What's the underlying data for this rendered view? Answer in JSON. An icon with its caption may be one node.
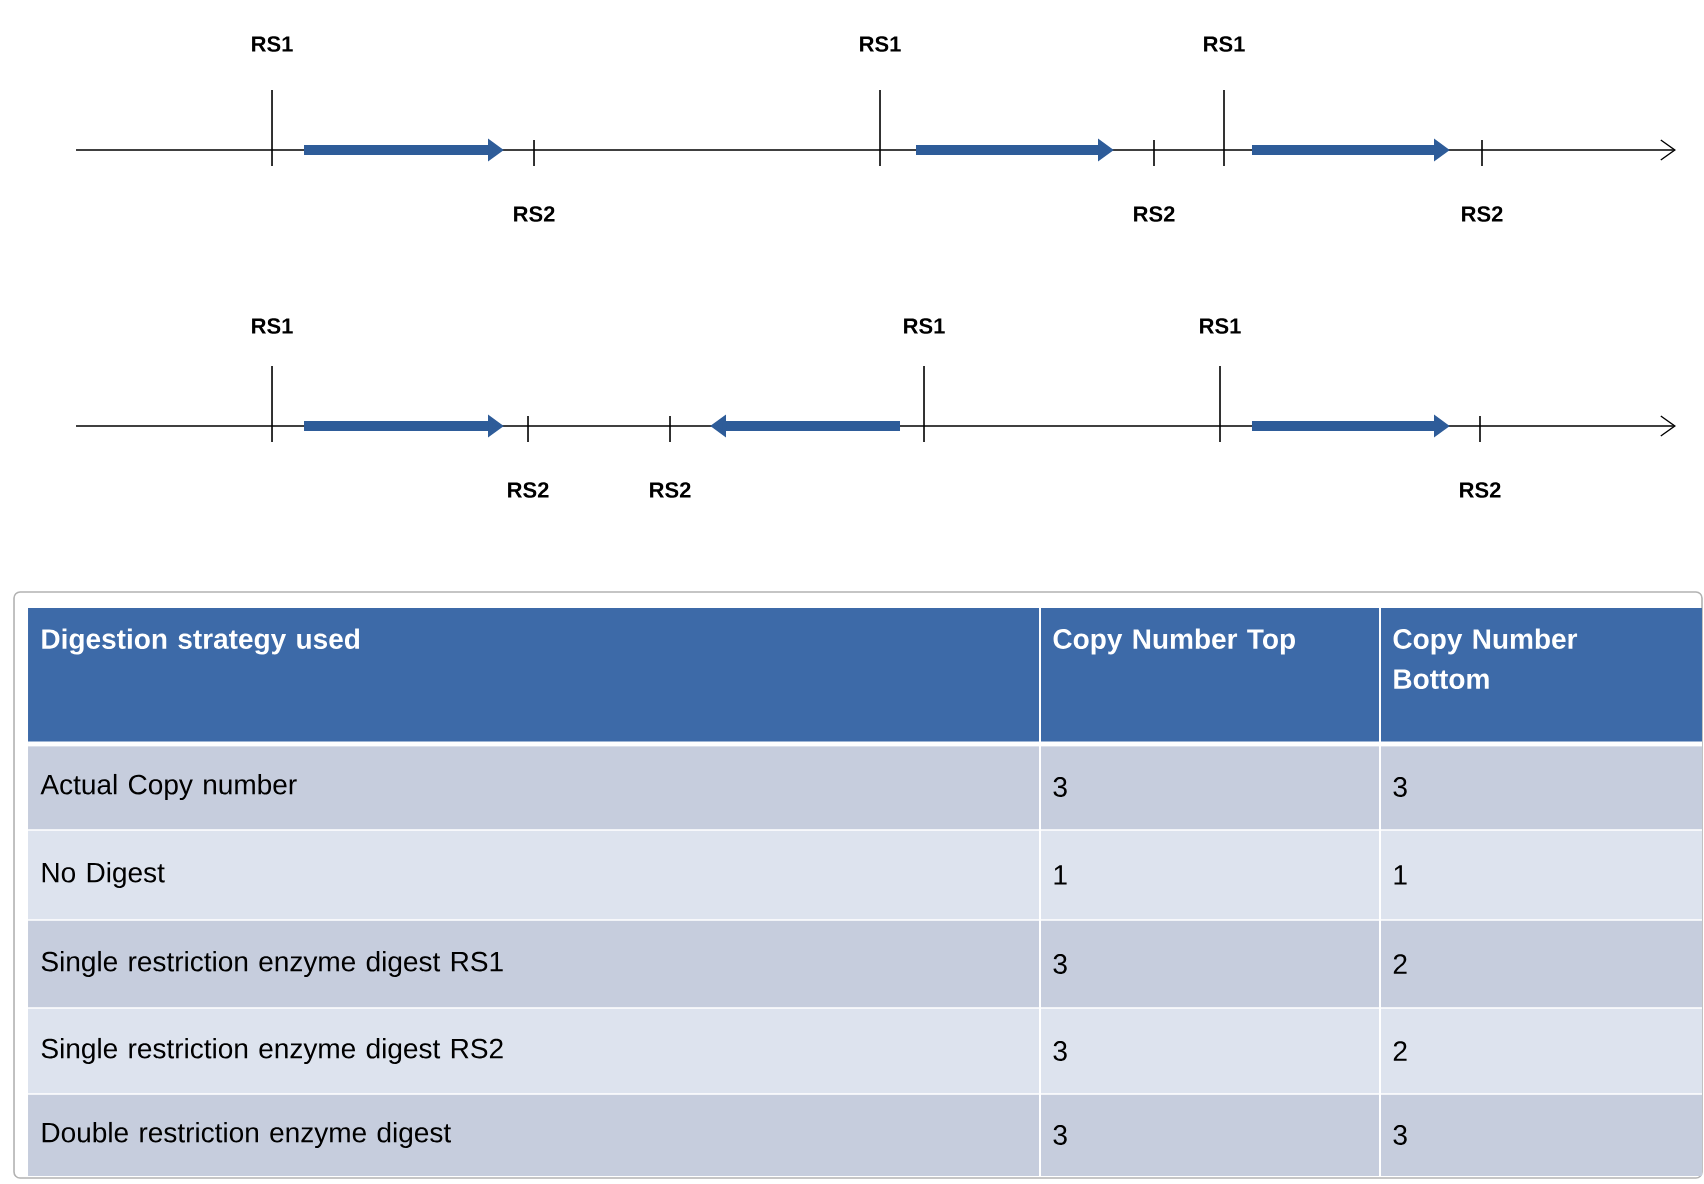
{
  "diagram": {
    "labels": [
      "RS1",
      "RS1",
      "RS1",
      "RS2",
      "RS2",
      "RS2",
      "RS1",
      "RS1",
      "RS1",
      "RS2",
      "RS2",
      "RS2",
      "Digestion strategy used",
      "Copy Number Top",
      "Copy Number Bottom",
      "Actual Copy number",
      "3",
      "3",
      "No Digest",
      "1",
      "1",
      "Single restriction enzyme digest RS1",
      "3",
      "2",
      "Single restriction enzyme digest RS2",
      "3",
      "2",
      "Double restriction enzyme digest",
      "3",
      "3"
    ]
  }
}
